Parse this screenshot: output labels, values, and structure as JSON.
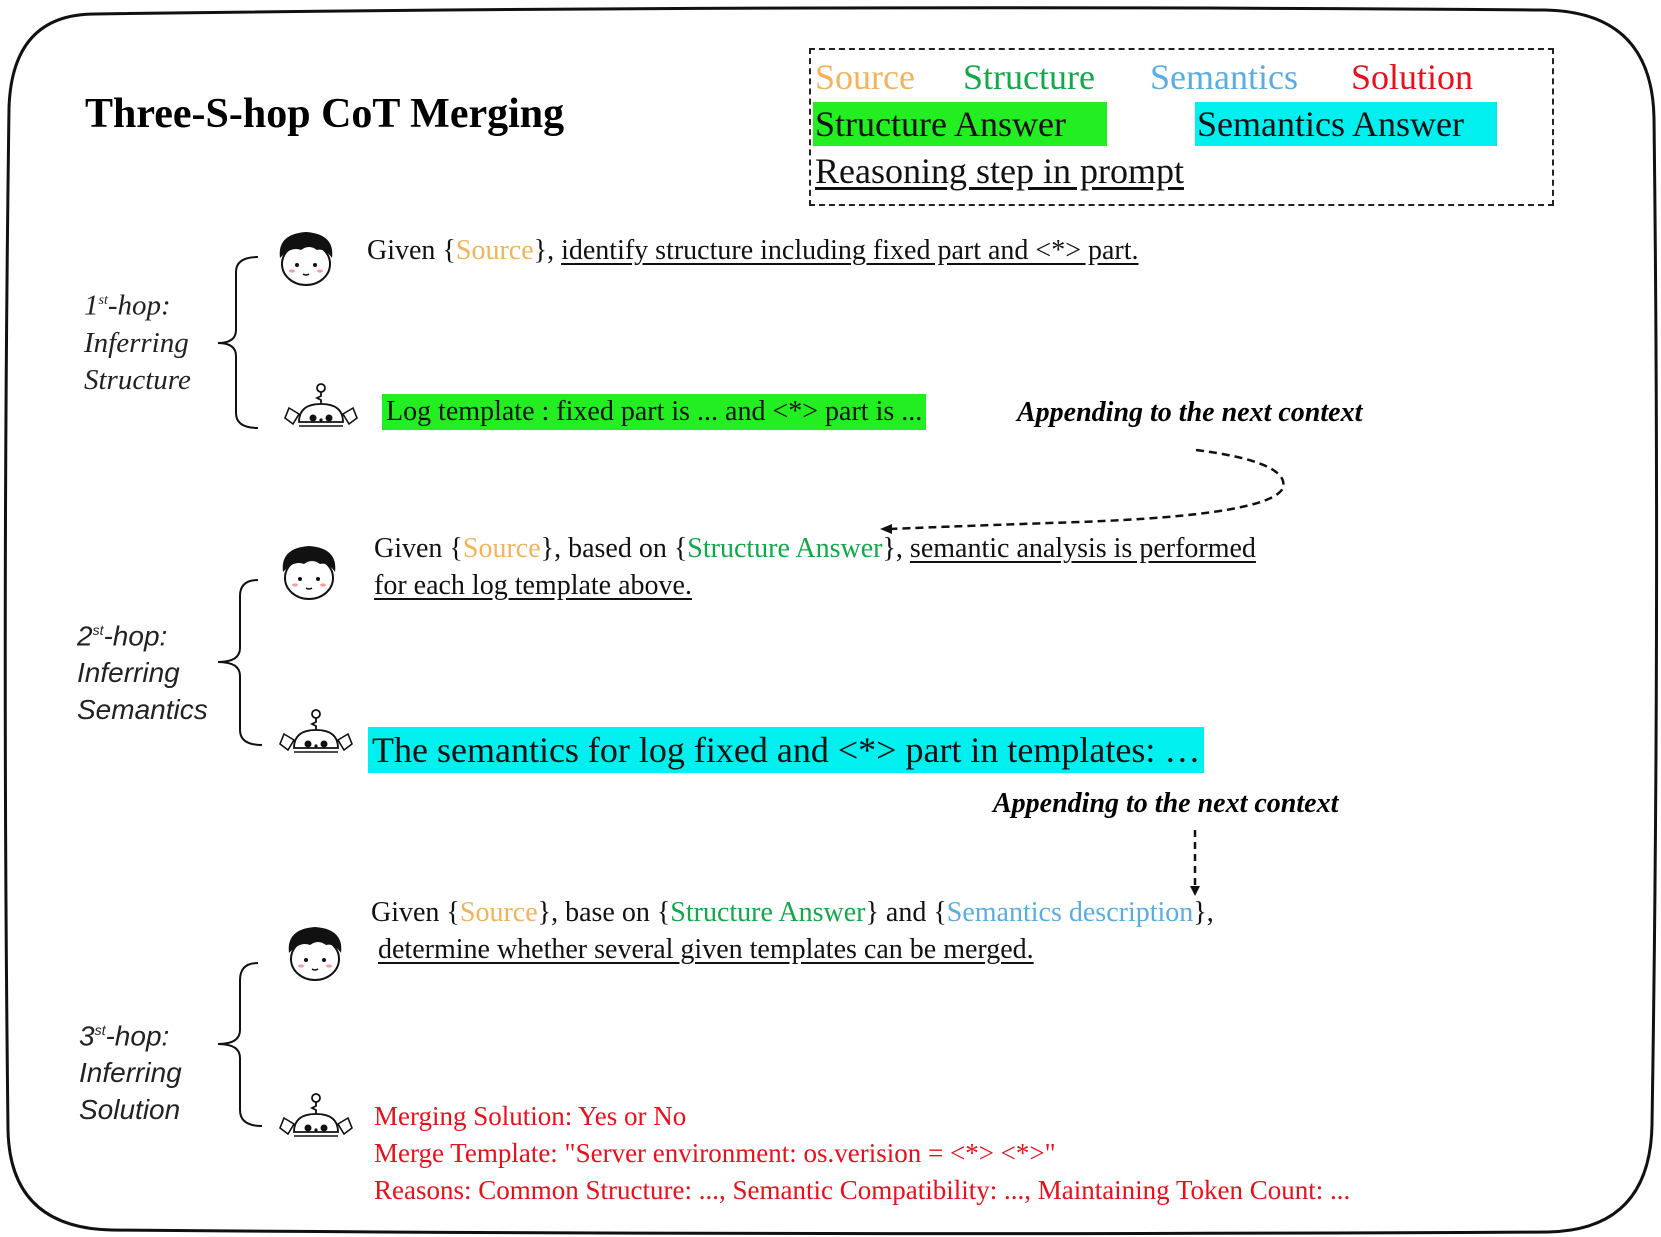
{
  "title": "Three-S-hop CoT Merging",
  "legend": {
    "source": "Source",
    "structure": "Structure",
    "semantics": "Semantics",
    "solution": "Solution",
    "structure_answer": "Structure Answer",
    "semantics_answer": "Semantics Answer",
    "reasoning_step": "Reasoning step in prompt"
  },
  "colors": {
    "source": "#f3b35a",
    "structure": "#12a84a",
    "semantics": "#5aade0",
    "solution": "#e8101a",
    "structure_answer_bg": "#22ee22",
    "semantics_answer_bg": "#00f0f0"
  },
  "hops": [
    {
      "label_line1_num": "1",
      "label_line1_sup": "st",
      "label_line1_rest": "-hop:",
      "label_line2": "Inferring",
      "label_line3": "Structure",
      "prompt_prefix": "Given {",
      "prompt_source": "Source",
      "prompt_mid": "}, ",
      "prompt_step": "identify structure including fixed part and <*> part.",
      "answer": "Log template : fixed part is ... and <*> part is ..."
    },
    {
      "label_line1_num": "2",
      "label_line1_sup": "st",
      "label_line1_rest": "-hop:",
      "label_line2": "Inferring",
      "label_line3": "Semantics",
      "prompt_prefix": "Given {",
      "prompt_source": "Source",
      "prompt_mid1": "}, based on {",
      "prompt_structure": "Structure Answer",
      "prompt_mid2": "}, ",
      "prompt_step_line1": "semantic analysis is performed",
      "prompt_step_line2": "for each log template above.",
      "answer": "The semantics for log fixed and <*> part in templates: …"
    },
    {
      "label_line1_num": "3",
      "label_line1_sup": "st",
      "label_line1_rest": "-hop:",
      "label_line2": "Inferring",
      "label_line3": "Solution",
      "prompt_prefix": "Given {",
      "prompt_source": "Source",
      "prompt_mid1": "}, base on {",
      "prompt_structure": "Structure Answer",
      "prompt_mid2": "} and {",
      "prompt_semantics": "Semantics description",
      "prompt_end": "},",
      "prompt_step": "determine whether several given templates can be merged.",
      "solution_lines": [
        "Merging Solution: Yes or No",
        "Merge Template: \"Server environment: os.verision = <*> <*>\"",
        "Reasons: Common Structure: ..., Semantic Compatibility: ...,  Maintaining Token Count: ..."
      ]
    }
  ],
  "notes": {
    "append1": "Appending to the next context",
    "append2": "Appending to the next context"
  },
  "icons": {
    "user": "boy-face-icon",
    "bot": "robot-icon"
  }
}
